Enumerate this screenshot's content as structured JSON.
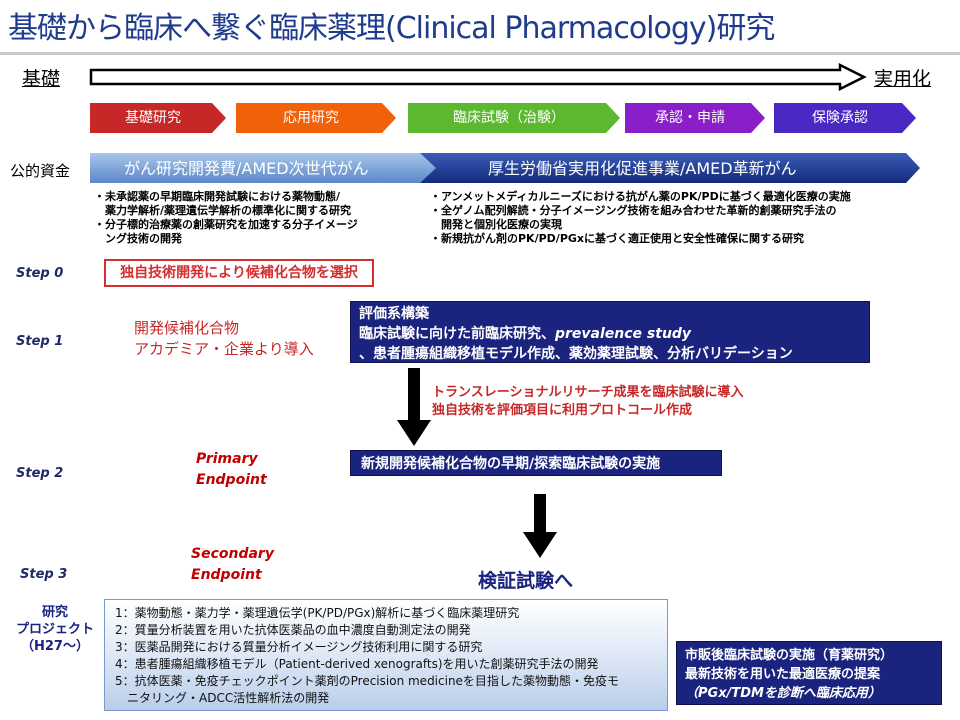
{
  "title": "基礎から臨床へ繋ぐ臨床薬理(Clinical Pharmacology)研究",
  "axis": {
    "left": "基礎",
    "right": "実用化"
  },
  "phases": [
    "基礎研究",
    "応用研究",
    "臨床試験（治験）",
    "承認・申請",
    "保険承認"
  ],
  "colors": {
    "basic": "#c62828",
    "applied": "#f0610a",
    "clinical": "#5cb82e",
    "approval": "#8a1fc9",
    "insurance": "#4a28c4",
    "navy": "#1a237e",
    "fund_left": "#6f9cd6",
    "fund_right": "#1e3c96"
  },
  "funding": {
    "label": "公的資金",
    "left_label": "がん研究開発費/AMED次世代がん",
    "right_label": "厚生労働省実用化促進事業/AMED革新がん",
    "left_bullets": [
      "・未承認薬の早期臨床開発試験における薬物動態/",
      "　薬力学解析/薬理遺伝学解析の標準化に関する研究",
      "・分子標的治療薬の創薬研究を加速する分子イメージ",
      "　ング技術の開発"
    ],
    "right_bullets": [
      "・アンメットメディカルニーズにおける抗がん薬のPK/PDに基づく最適化医療の実施",
      "・全ゲノム配列解読・分子イメージング技術を組み合わせた革新的創薬研究手法の",
      "　開発と個別化医療の実現",
      "・新規抗がん剤のPK/PD/PGxに基づく適正使用と安全性確保に関する研究"
    ]
  },
  "steps": {
    "s0": "Step 0",
    "s0_box": "独自技術開発により候補化合物を選択",
    "s1": "Step 1",
    "s1_left_1": "開発候補化合物",
    "s1_left_2": "アカデミア・企業より導入",
    "s1_box_1": "評価系構築",
    "s1_box_2a": "臨床試験に向けた前臨床研究、",
    "s1_box_2b": "prevalence study",
    "s1_box_3": "、患者腫瘍組織移植モデル作成、薬効薬理試験、分析バリデーション",
    "arrow_note_1": "トランスレーショナルリサーチ成果を臨床試験に導入",
    "arrow_note_2": "独自技術を評価項目に利用プロトコール作成",
    "s2": "Step 2",
    "s2_left_1": "Primary",
    "s2_left_2": "Endpoint",
    "s2_box": "新規開発候補化合物の早期/探索臨床試験の実施",
    "s3": "Step 3",
    "s3_left_1": "Secondary",
    "s3_left_2": "Endpoint",
    "s3_target": "検証試験へ"
  },
  "projects": {
    "label_1": "研究",
    "label_2": "プロジェクト",
    "label_3": "（H27～）",
    "items": [
      "1：薬物動態・薬力学・薬理遺伝学(PK/PD/PGx)解析に基づく臨床薬理研究",
      "2：質量分析装置を用いた抗体医薬品の血中濃度自動測定法の開発",
      "3：医薬品開発における質量分析イメージング技術利用に関する研究",
      "4：患者腫瘍組織移植モデル（Patient-derived xenografts)を用いた創薬研究手法の開発",
      "5：抗体医薬・免疫チェックポイント薬剤のPrecision medicineを目指した薬物動態・免疫モ",
      "　ニタリング・ADCC活性解析法の開発"
    ]
  },
  "postmarket": {
    "line_1": "市販後臨床試験の実施（育薬研究）",
    "line_2": "最新技術を用いた最適医療の提案",
    "line_3": "（PGx/TDMを診断へ臨床応用）"
  }
}
